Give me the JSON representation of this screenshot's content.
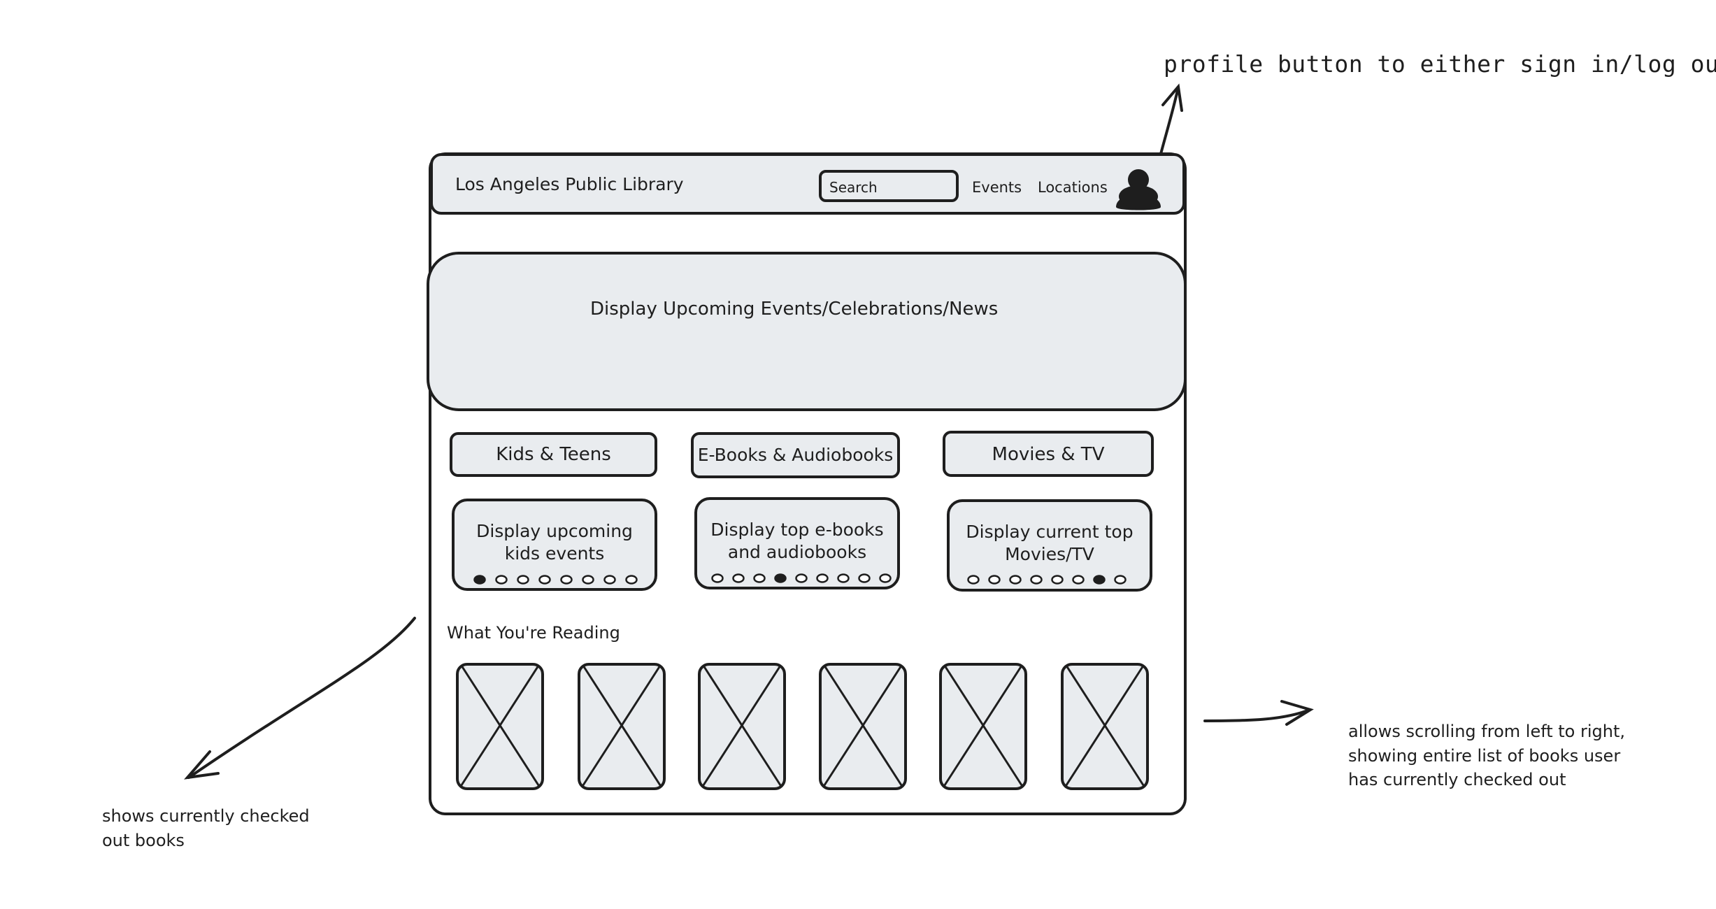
{
  "annotations": {
    "profile_note": "profile button to either sign in/log out",
    "checked_out_note": "shows currently checked out books",
    "scroll_note": "allows scrolling from left to right, showing entire list of books user has currently checked out"
  },
  "header": {
    "title": "Los Angeles Public Library",
    "search_placeholder": "Search",
    "nav": [
      "Events",
      "Locations"
    ],
    "profile_icon": "user-avatar-icon"
  },
  "hero": {
    "text": "Display Upcoming Events/Celebrations/News"
  },
  "categories": [
    {
      "label": "Kids & Teens",
      "panel_text": "Display upcoming kids events",
      "dots": 8,
      "active_dot": 0
    },
    {
      "label": "E-Books & Audiobooks",
      "panel_text": "Display top e-books and audiobooks",
      "dots": 9,
      "active_dot": 3
    },
    {
      "label": "Movies & TV",
      "panel_text": "Display current top Movies/TV",
      "dots": 8,
      "active_dot": 6
    }
  ],
  "reading": {
    "heading": "What You're Reading",
    "book_count": 6
  },
  "colors": {
    "stroke": "#1e1e1e",
    "fill": "#e9ecef",
    "background": "#ffffff"
  }
}
